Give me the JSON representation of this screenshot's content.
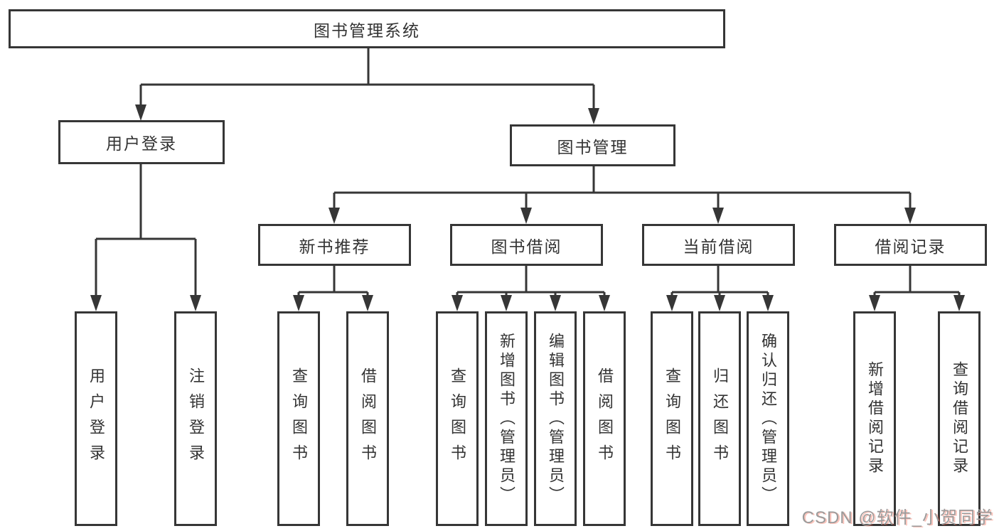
{
  "diagram": {
    "tree": {
      "label": "图书管理系统",
      "children": [
        {
          "label": "用户登录",
          "children": [
            {
              "label": "用户登录"
            },
            {
              "label": "注销登录"
            }
          ]
        },
        {
          "label": "图书管理",
          "children": [
            {
              "label": "新书推荐",
              "children": [
                {
                  "label": "查询图书"
                },
                {
                  "label": "借阅图书"
                }
              ]
            },
            {
              "label": "图书借阅",
              "children": [
                {
                  "label": "查询图书"
                },
                {
                  "label": "新增图书（管理员）"
                },
                {
                  "label": "编辑图书（管理员）"
                },
                {
                  "label": "借阅图书"
                }
              ]
            },
            {
              "label": "当前借阅",
              "children": [
                {
                  "label": "查询图书"
                },
                {
                  "label": "归还图书"
                },
                {
                  "label": "确认归还（管理员）"
                }
              ]
            },
            {
              "label": "借阅记录",
              "children": [
                {
                  "label": "新增借阅记录"
                },
                {
                  "label": "查询借阅记录"
                }
              ]
            }
          ]
        }
      ]
    },
    "colors": {
      "line": "#363636",
      "box_border": "#363636",
      "box_fill": "#ffffff",
      "text": "#333333",
      "background": "#ffffff",
      "watermark_gray": "#9b9b9b",
      "watermark_accent": "#fa5531"
    }
  },
  "watermark": {
    "text": "CSDN @软件_小贺同学"
  }
}
